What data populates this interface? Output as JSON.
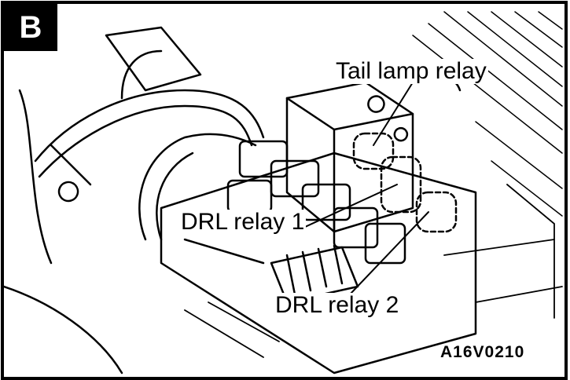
{
  "figure": {
    "panel_letter": "B",
    "labels": {
      "tail_lamp_relay": "Tail lamp relay",
      "drl_relay_1": "DRL relay 1",
      "drl_relay_2": "DRL relay 2"
    },
    "figure_code": "A16V0210"
  }
}
